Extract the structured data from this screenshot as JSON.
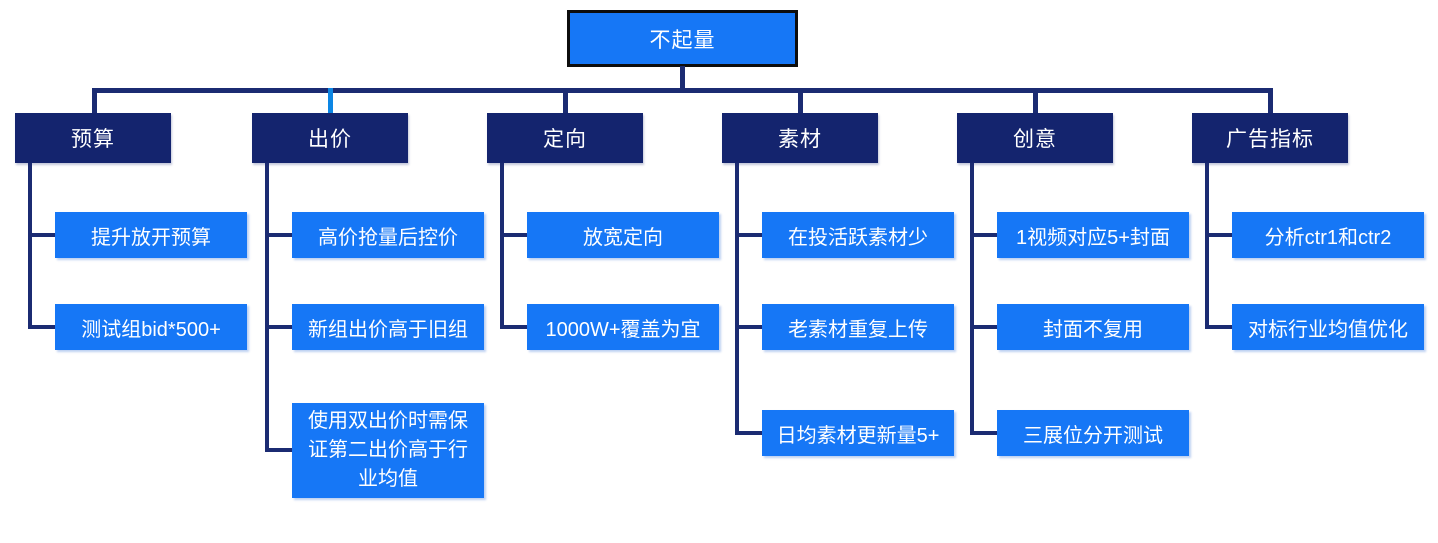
{
  "root": {
    "label": "不起量"
  },
  "branches": [
    {
      "label": "预算",
      "children": [
        "提升放开预算",
        "测试组bid*500+"
      ]
    },
    {
      "label": "出价",
      "children": [
        "高价抢量后控价",
        "新组出价高于旧组",
        "使用双出价时需保证第二出价高于行业均值"
      ]
    },
    {
      "label": "定向",
      "children": [
        "放宽定向",
        "1000W+覆盖为宜"
      ]
    },
    {
      "label": "素材",
      "children": [
        "在投活跃素材少",
        "老素材重复上传",
        "日均素材更新量5+"
      ]
    },
    {
      "label": "创意",
      "children": [
        "1视频对应5+封面",
        "封面不复用",
        "三展位分开测试"
      ]
    },
    {
      "label": "广告指标",
      "children": [
        "分析ctr1和ctr2",
        "对标行业均值优化"
      ]
    }
  ],
  "colors": {
    "node_blue": "#1677F6",
    "branch_navy": "#14246E",
    "connector_navy": "#1B2B72",
    "accent_connector_blue": "#0C86E4",
    "root_border_black": "#0D0D0D",
    "text_white": "#FFFFFF",
    "background": "#FFFFFF"
  }
}
